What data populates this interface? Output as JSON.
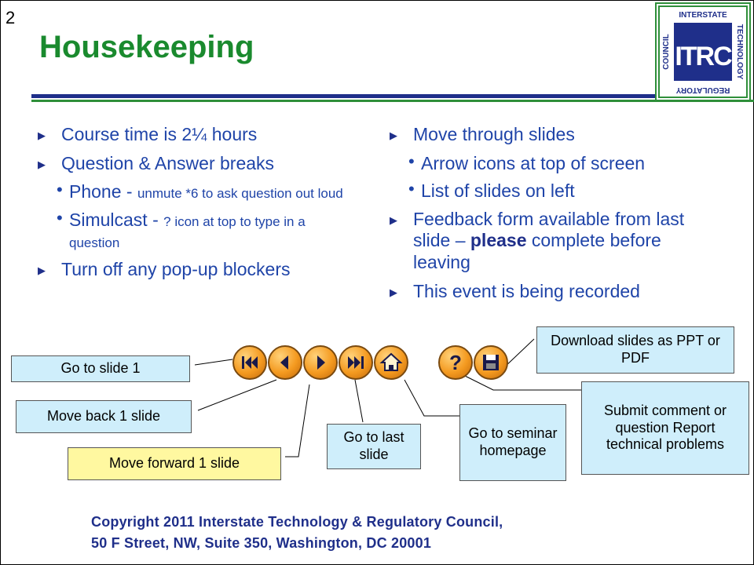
{
  "slide_number": "2",
  "title": "Housekeeping",
  "logo": {
    "text_top": "INTERSTATE",
    "text_right": "TECHNOLOGY",
    "text_bottom": "REGULATORY",
    "text_left": "COUNCIL",
    "mark": "ITRC"
  },
  "left_column": {
    "b1": "Course time is 2¼ hours",
    "b2": "Question & Answer breaks",
    "s1_lead": "Phone - ",
    "s1_rest": "unmute *6 to ask question out loud",
    "s2_lead": "Simulcast - ",
    "s2_rest": "? icon at top to type in a question",
    "b3": "Turn off any pop-up blockers"
  },
  "right_column": {
    "b1": "Move through slides",
    "s1": "Arrow icons at top of screen",
    "s2": "List of slides on left",
    "b2_pre": "Feedback form available from last slide – ",
    "b2_bold": "please",
    "b2_post": " complete before leaving",
    "b3": "This event is being recorded"
  },
  "callouts": {
    "go_slide1": "Go to slide 1",
    "move_back": "Move back 1 slide",
    "move_forward": "Move forward 1 slide",
    "go_last": "Go to last slide",
    "go_home": "Go to seminar homepage",
    "submit": "Submit comment or question Report technical problems",
    "download": "Download slides as PPT or PDF"
  },
  "icons": {
    "first": "first-slide-icon",
    "prev": "previous-slide-icon",
    "next": "next-slide-icon",
    "last": "last-slide-icon",
    "home": "home-icon",
    "help": "question-icon",
    "save": "save-icon"
  },
  "colors": {
    "title": "#1a8a2e",
    "text": "#1f44a8",
    "navy": "#1f2f8a",
    "callout": "#cfeefb",
    "callout_highlight": "#fff8a0",
    "button": "#f49a20"
  },
  "copyright": {
    "line1": "Copyright 2011 Interstate Technology & Regulatory Council,",
    "line2": "50 F Street, NW, Suite 350, Washington, DC 20001"
  }
}
